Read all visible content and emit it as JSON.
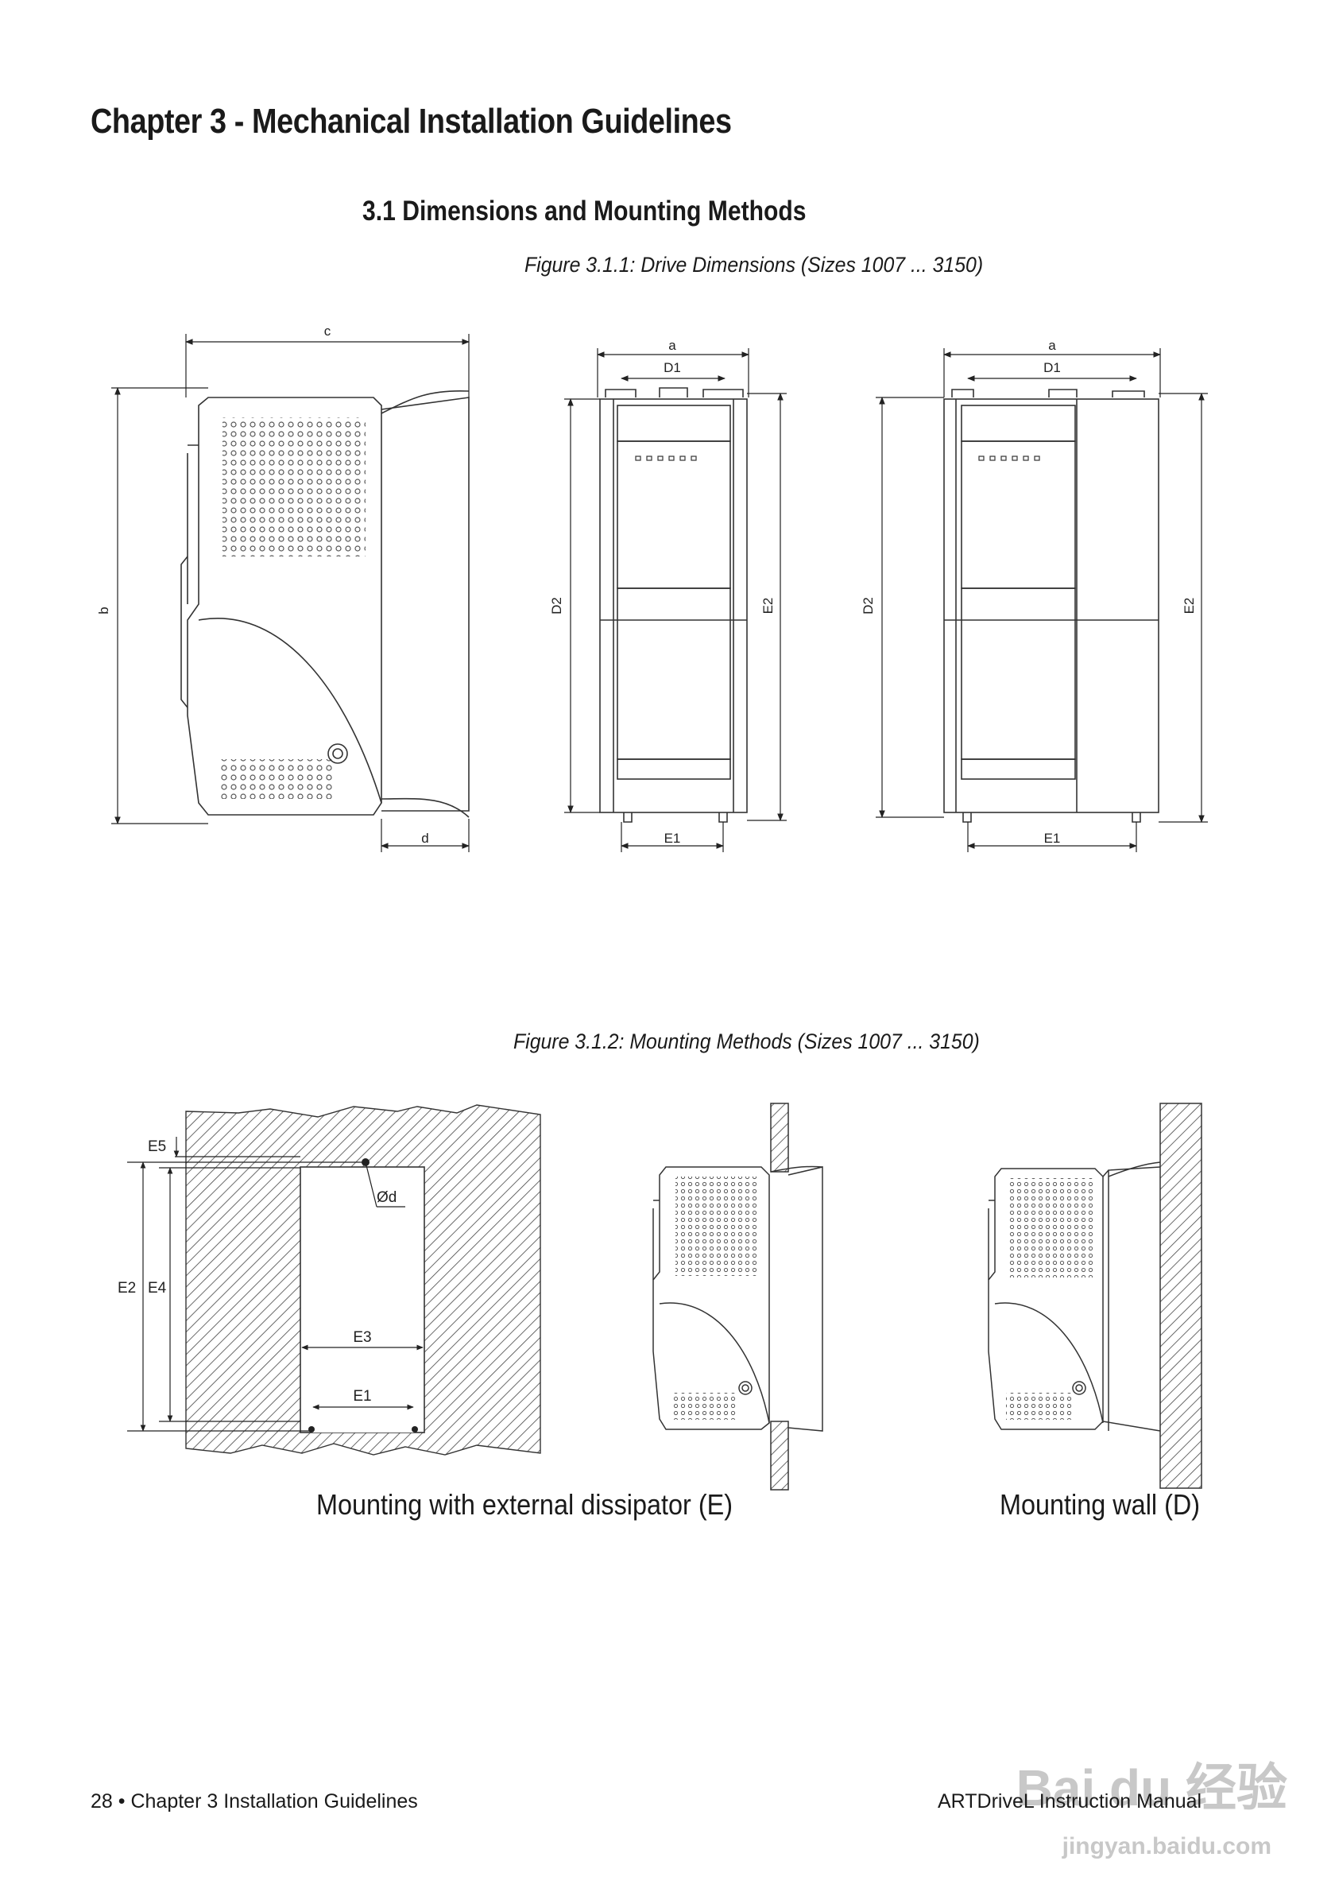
{
  "chapter_title": "Chapter 3 - Mechanical Installation Guidelines",
  "section_title": "3.1 Dimensions and Mounting Methods",
  "figure1": {
    "caption": "Figure 3.1.1: Drive Dimensions (Sizes 1007 ... 3150)",
    "side_labels": {
      "c": "c",
      "b": "b",
      "d": "d"
    },
    "front1_labels": {
      "a": "a",
      "D1": "D1",
      "D2": "D2",
      "E2": "E2",
      "E1": "E1"
    },
    "front2_labels": {
      "a": "a",
      "D1": "D1",
      "D2": "D2",
      "E2": "E2",
      "E1": "E1"
    }
  },
  "figure2": {
    "caption": "Figure 3.1.2: Mounting Methods  (Sizes 1007 ... 3150)",
    "cutout_labels": {
      "E5": "E5",
      "d": "Ød",
      "E2": "E2",
      "E4": "E4",
      "E3": "E3",
      "E1": "E1"
    },
    "label_external": "Mounting with external dissipator (E)",
    "label_wall": "Mounting wall (D)"
  },
  "footer": {
    "left": "28 • Chapter 3  Installation Guidelines",
    "right": "ARTDriveL Instruction Manual"
  },
  "watermark": {
    "brand": "Bai du 经验",
    "url": "jingyan.baidu.com"
  }
}
